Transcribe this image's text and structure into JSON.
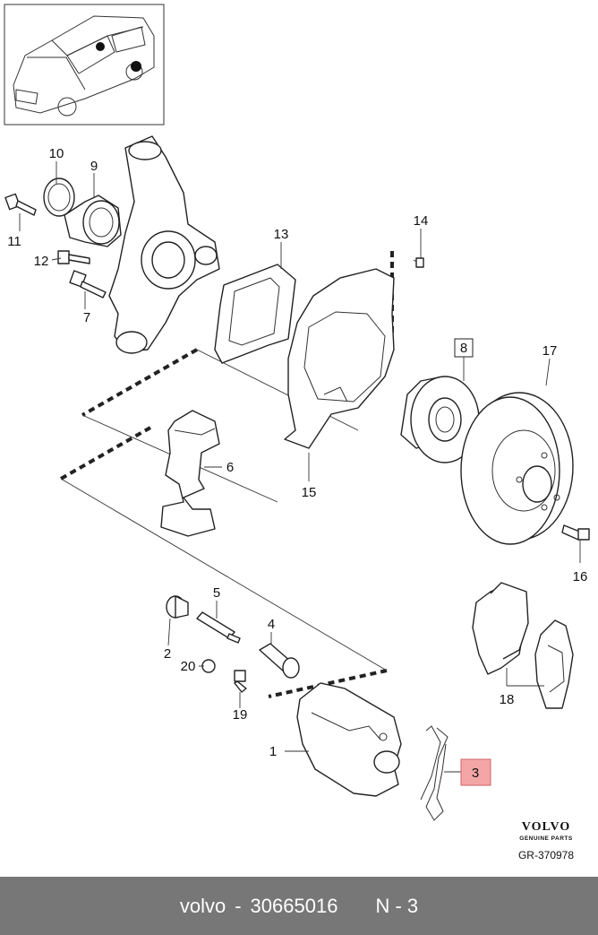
{
  "callouts": [
    "10",
    "9",
    "11",
    "12",
    "7",
    "13",
    "14",
    "8",
    "17",
    "6",
    "15",
    "16",
    "5",
    "2",
    "4",
    "20",
    "19",
    "18",
    "1",
    "3"
  ],
  "highlight_callout": "3",
  "highlight_color": "#f4a6a6",
  "brand": {
    "logo": "VOLVO",
    "sub": "GENUINE PARTS",
    "code": "GR-370978"
  },
  "footer": {
    "brand": "volvo",
    "sep": "-",
    "part_number": "30665016",
    "ref": "N - 3"
  }
}
